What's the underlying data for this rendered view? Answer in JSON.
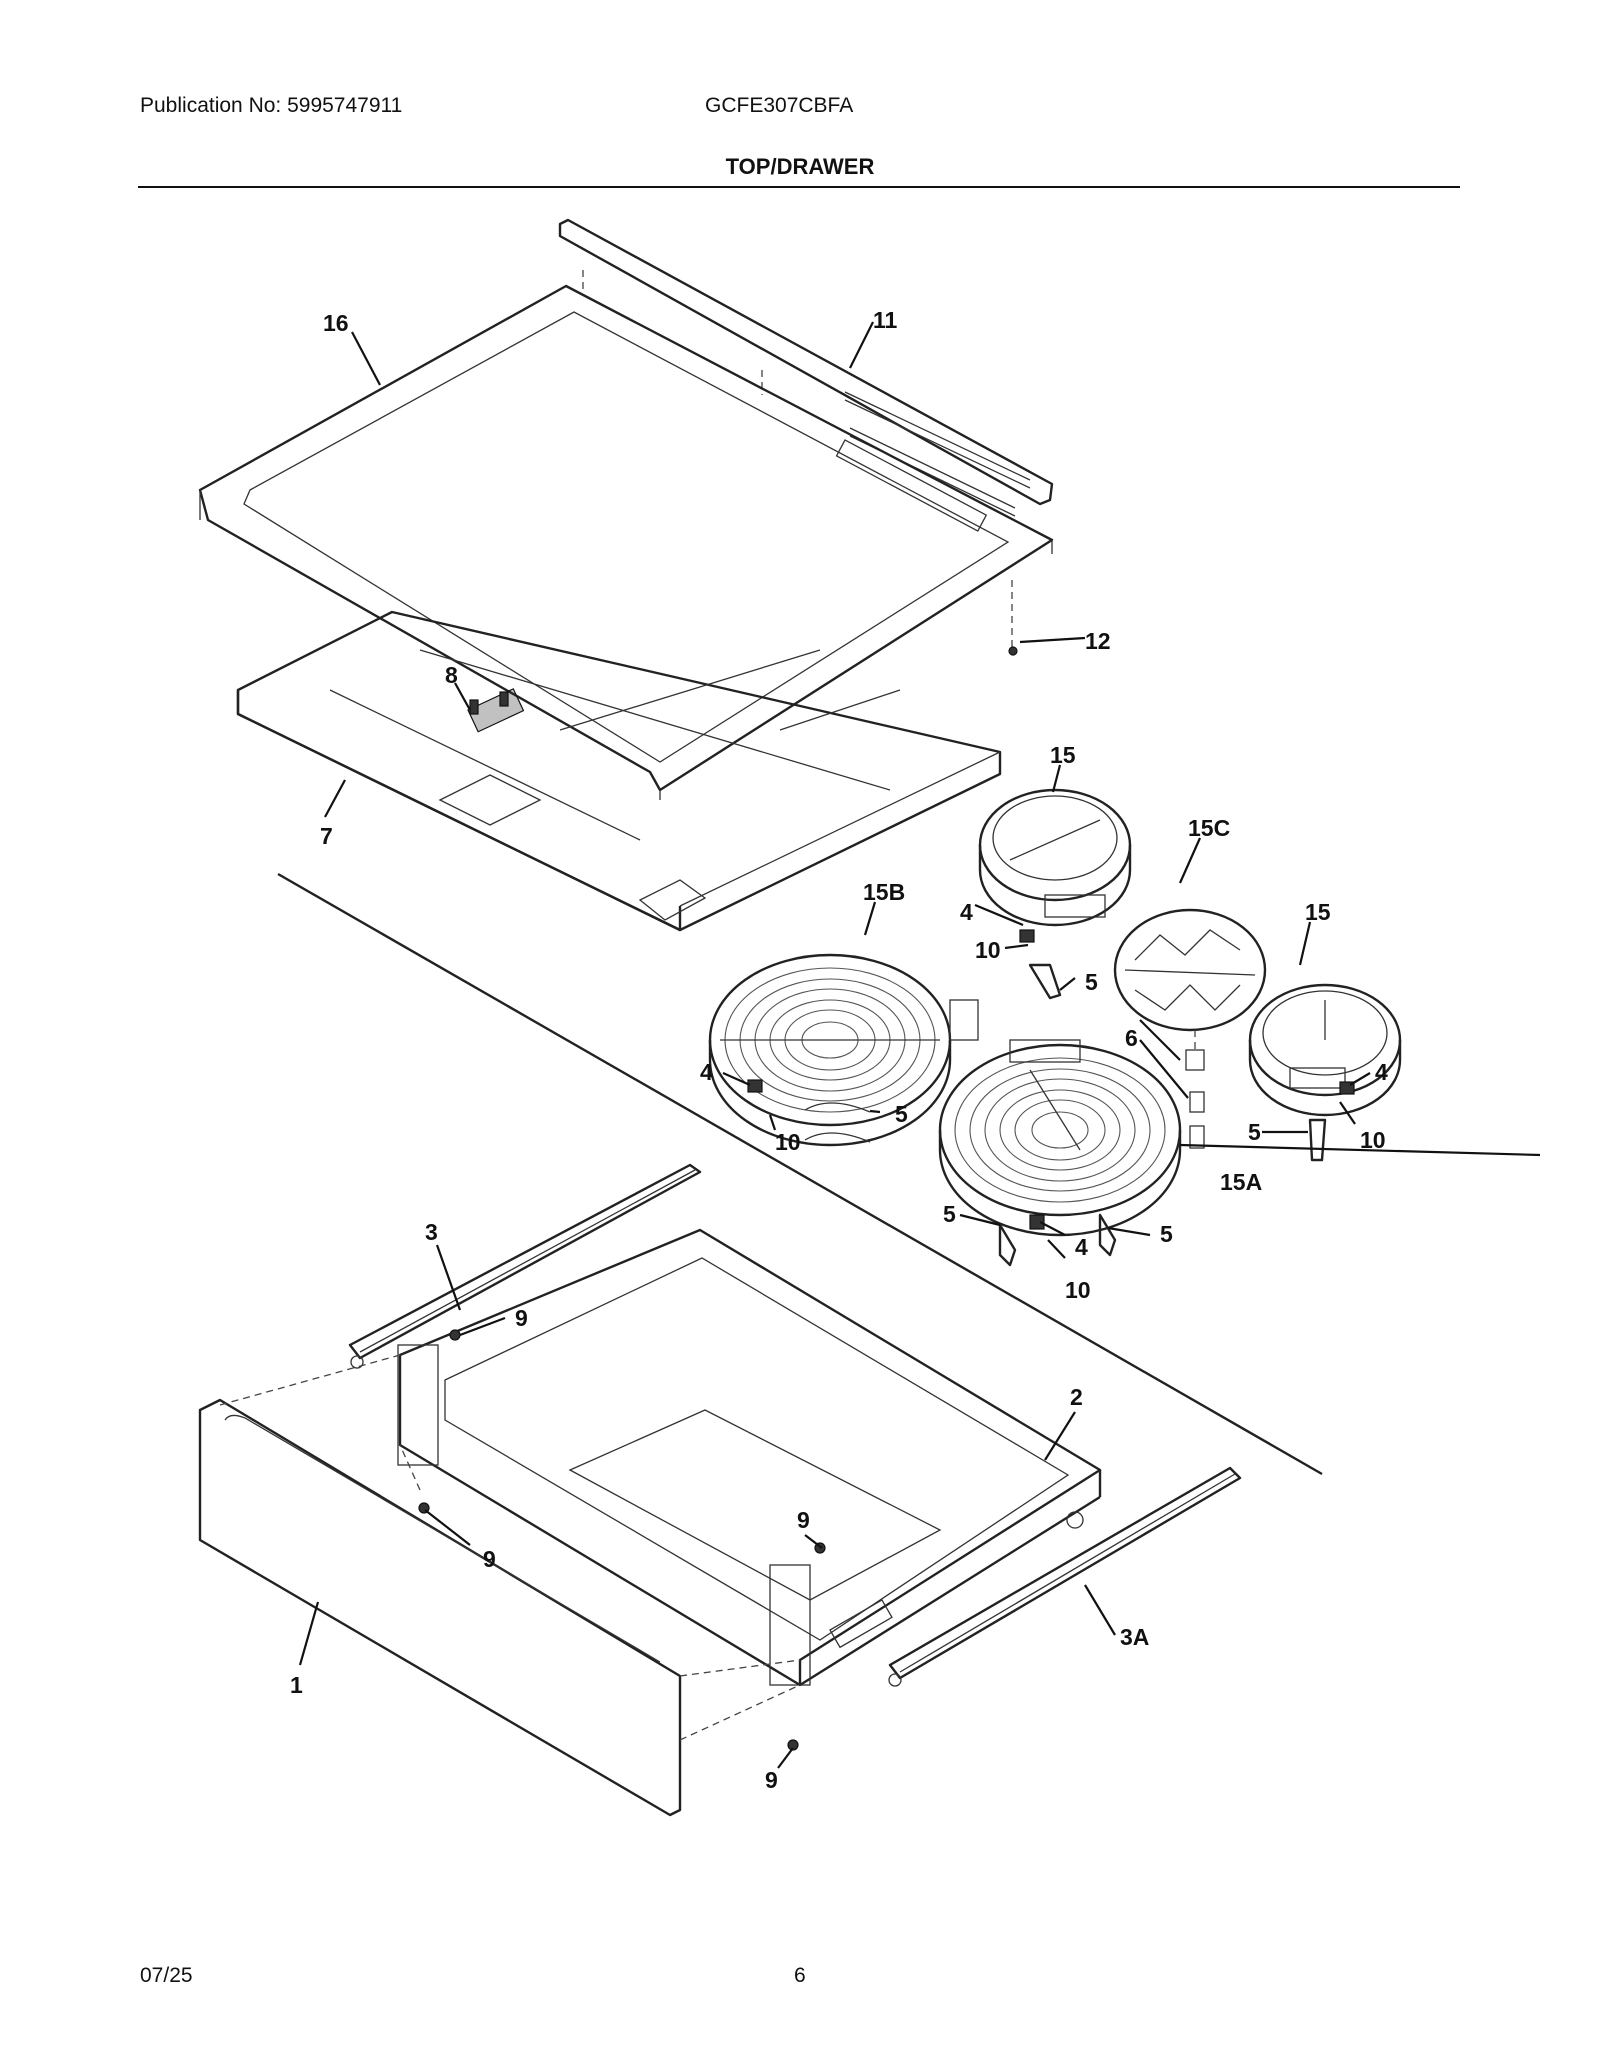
{
  "header": {
    "publication": "Publication No: 5995747911",
    "model": "GCFE307CBFA",
    "title": "TOP/DRAWER"
  },
  "footer": {
    "date": "07/25",
    "page": "6"
  },
  "callouts": {
    "c16": "16",
    "c11": "11",
    "c12": "12",
    "c8": "8",
    "c7": "7",
    "c15a": "15",
    "c15c": "15C",
    "c15b": "15B",
    "c15d": "15",
    "c15A": "15A",
    "c4a": "4",
    "c10a": "10",
    "c5a": "5",
    "c6": "6",
    "c4b": "4",
    "c5b": "5",
    "c10b": "10",
    "c4c": "4",
    "c10c": "10",
    "c5c": "5",
    "c5d": "5",
    "c4d": "4",
    "c5e": "5",
    "c10d": "10",
    "c3": "3",
    "c9a": "9",
    "c2": "2",
    "c9b": "9",
    "c9c": "9",
    "c3A": "3A",
    "c1": "1",
    "c9d": "9"
  }
}
